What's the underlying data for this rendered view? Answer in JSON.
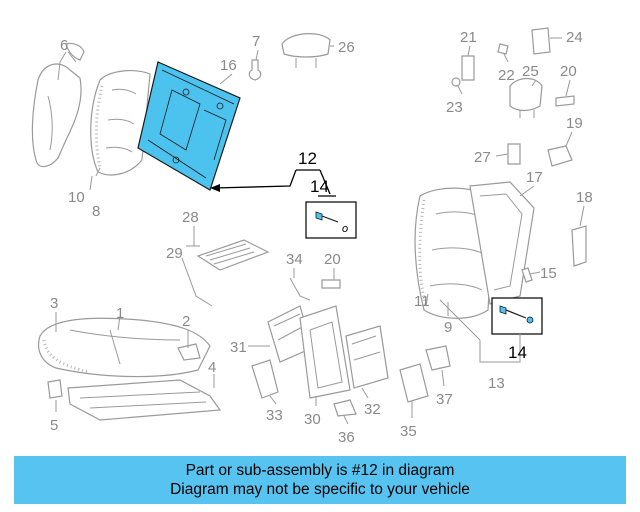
{
  "colors": {
    "highlight": "#4cc3ef",
    "banner": "#57c3f0",
    "line": "#9a9a9a"
  },
  "callouts": {
    "c1": "1",
    "c2": "2",
    "c3": "3",
    "c4": "4",
    "c5": "5",
    "c6": "6",
    "c7": "7",
    "c8": "8",
    "c9": "9",
    "c10": "10",
    "c11": "11",
    "c12": "12",
    "c13": "13",
    "c14a": "14",
    "c14b": "14",
    "c15": "15",
    "c16": "16",
    "c17": "17",
    "c18": "18",
    "c19": "19",
    "c20a": "20",
    "c20b": "20",
    "c21": "21",
    "c22": "22",
    "c23": "23",
    "c24": "24",
    "c25": "25",
    "c26": "26",
    "c27": "27",
    "c28": "28",
    "c29": "29",
    "c30": "30",
    "c31": "31",
    "c32": "32",
    "c33": "33",
    "c34": "34",
    "c35": "35",
    "c36": "36",
    "c37": "37"
  },
  "banner": {
    "line1": "Part or sub-assembly is #12 in diagram",
    "line2": "Diagram may not be specific to your vehicle"
  }
}
